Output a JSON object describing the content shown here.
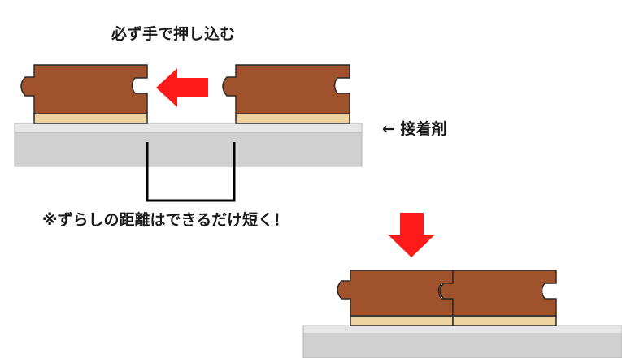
{
  "labels": {
    "push_instruction": "必ず手で押し込む",
    "adhesive_callout": "← 接着剤",
    "offset_note": "※ずらしの距離はできるだけ短く！"
  },
  "colors": {
    "wood_board": "#a0522d",
    "board_outline": "#2a2a2a",
    "backing_strip": "#ecd3a0",
    "subfloor": "#d0d0d0",
    "subfloor_top": "#e6e6e6",
    "arrow": "#ff1a1a",
    "bracket": "#000000"
  },
  "icons": {
    "push_arrow": "left-arrow-icon",
    "press_arrow": "down-arrow-icon"
  }
}
